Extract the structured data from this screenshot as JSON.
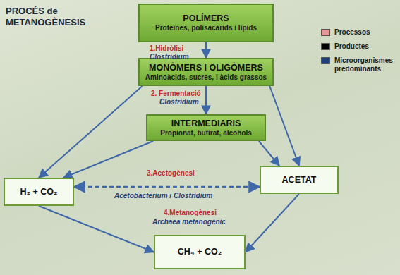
{
  "diagram": {
    "title": "PROCÉS de METANOGÈNESIS",
    "nodes": [
      {
        "text": [
          "POLÍMERS",
          "Proteïnes, polisacàrids i lípids"
        ]
      },
      {
        "text": [
          "MONÒMERS I OLIGÒMERS",
          "Aminoàcids, sucres, i àcids grassos"
        ]
      },
      {
        "text": [
          "INTERMEDIARIS",
          "Propionat, butirat, alcohols"
        ]
      },
      {
        "text": [
          "H₂ + CO₂"
        ]
      },
      {
        "text": [
          "ACETAT"
        ]
      },
      {
        "text": [
          "CH₄ + CO₂"
        ]
      }
    ],
    "edges": [
      {
        "from": 0,
        "to": 1,
        "arrow": "to"
      },
      {
        "from": 1,
        "to": 2,
        "arrow": "to"
      },
      {
        "from": 1,
        "to": 3,
        "arrow": "to"
      },
      {
        "from": 1,
        "to": 4,
        "arrow": "to"
      },
      {
        "from": 2,
        "to": 3,
        "arrow": "to"
      },
      {
        "from": 2,
        "to": 4,
        "arrow": "to"
      },
      {
        "from": 3,
        "to": 4,
        "arrow": "both"
      },
      {
        "from": 3,
        "to": 5,
        "arrow": "to"
      },
      {
        "from": 4,
        "to": 5,
        "arrow": "to"
      }
    ],
    "labels": [
      "1.Hidròlisi",
      "Clostridium",
      "2. Fermentació",
      "Clostridium",
      "3.Acetogènesi",
      "Acetobacterium i Clostridium",
      "4.Metanogènesi",
      "Archaea metanogènic"
    ],
    "legend": [
      {
        "text": "Processos",
        "color": "#e39a9b"
      },
      {
        "text": "Productes",
        "color": "#000000"
      },
      {
        "text": "Microorganismes predominants",
        "color": "#1f3f7a"
      }
    ]
  }
}
